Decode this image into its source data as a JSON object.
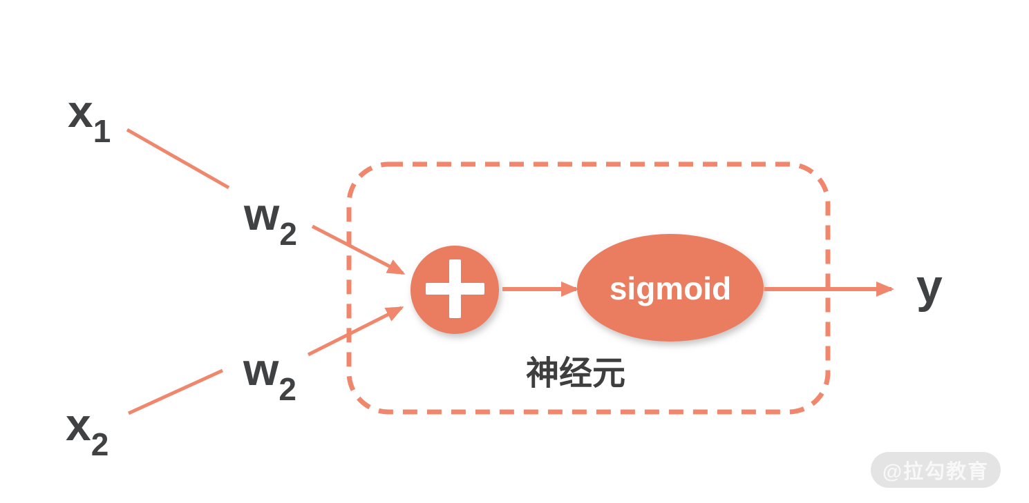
{
  "colors": {
    "accent": "#ed7d5f",
    "line": "#f0866b",
    "text_dark": "#3f4143",
    "shape_fill": "#ea7b5f",
    "watermark_bg": "#e4e4e4",
    "watermark_text": "#f8f8f8"
  },
  "diagram": {
    "input1": {
      "base": "x",
      "sub": "1"
    },
    "input2": {
      "base": "x",
      "sub": "2"
    },
    "weight1": {
      "base": "w",
      "sub": "2"
    },
    "weight2": {
      "base": "w",
      "sub": "2"
    },
    "sum_symbol": "+",
    "activation_label": "sigmoid",
    "neuron_label": "神经元",
    "output_label": "y"
  },
  "watermark": {
    "label": "@拉勾教育"
  }
}
